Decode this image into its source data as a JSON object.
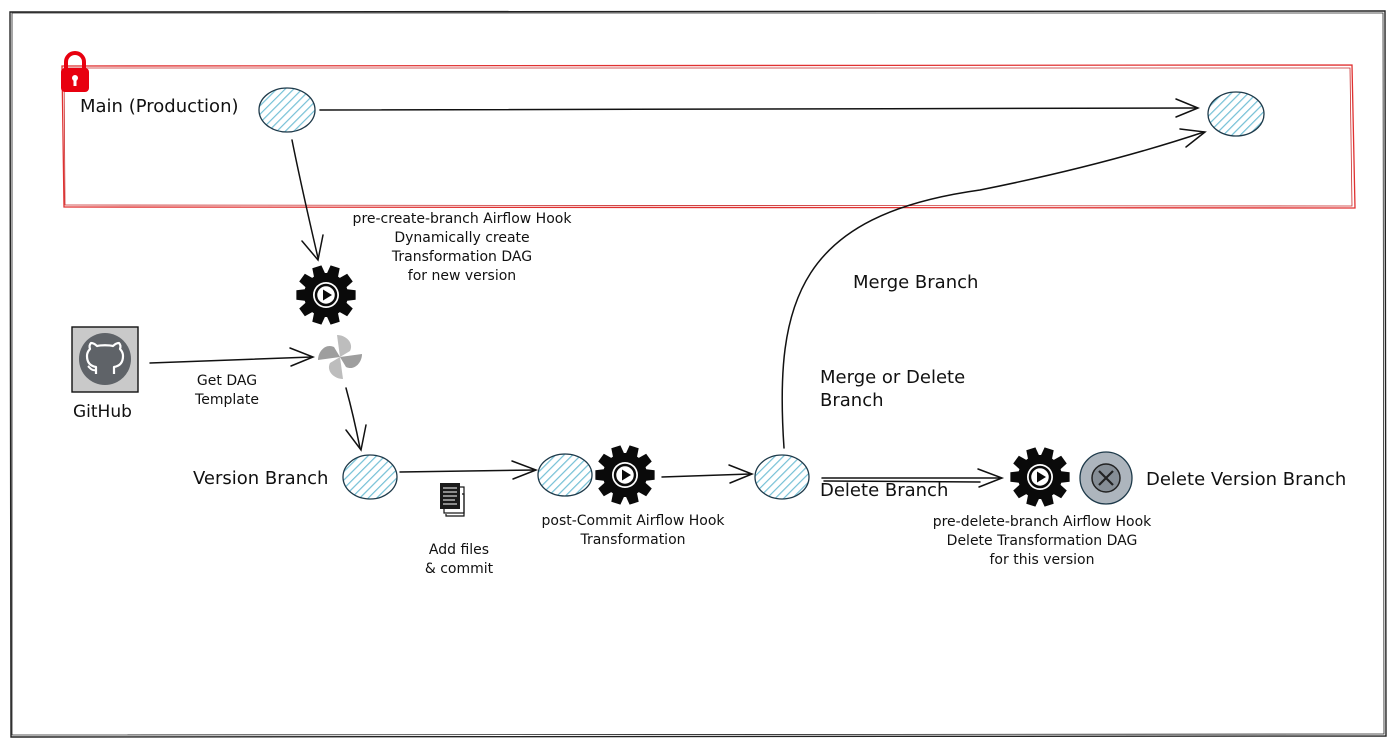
{
  "main_branch": {
    "label": "Main (Production)"
  },
  "hooks": {
    "pre_create": {
      "line1": "pre-create-branch Airflow Hook",
      "line2": "Dynamically create",
      "line3": "Transformation DAG",
      "line4": "for new version"
    },
    "post_commit": {
      "line1": "post-Commit Airflow Hook",
      "line2": "Transformation"
    },
    "pre_delete": {
      "line1": "pre-delete-branch Airflow Hook",
      "line2": "Delete Transformation DAG",
      "line3": "for this version"
    }
  },
  "github": {
    "label": "GitHub"
  },
  "get_dag": {
    "line1": "Get DAG",
    "line2": "Template"
  },
  "version_branch": {
    "label": "Version Branch"
  },
  "add_files": {
    "line1": "Add files",
    "line2": "& commit"
  },
  "merge_branch": {
    "label": "Merge Branch"
  },
  "merge_or_delete": {
    "line1": "Merge or Delete",
    "line2": "Branch"
  },
  "delete_branch": {
    "label": "Delete Branch"
  },
  "delete_version_branch": {
    "label": "Delete Version Branch"
  },
  "colors": {
    "node_fill": "#a5d8e6",
    "node_stroke": "#1e3a4a",
    "protected_box": "#e03131",
    "lock": "#e8000f",
    "github_bg": "#5f6368"
  }
}
